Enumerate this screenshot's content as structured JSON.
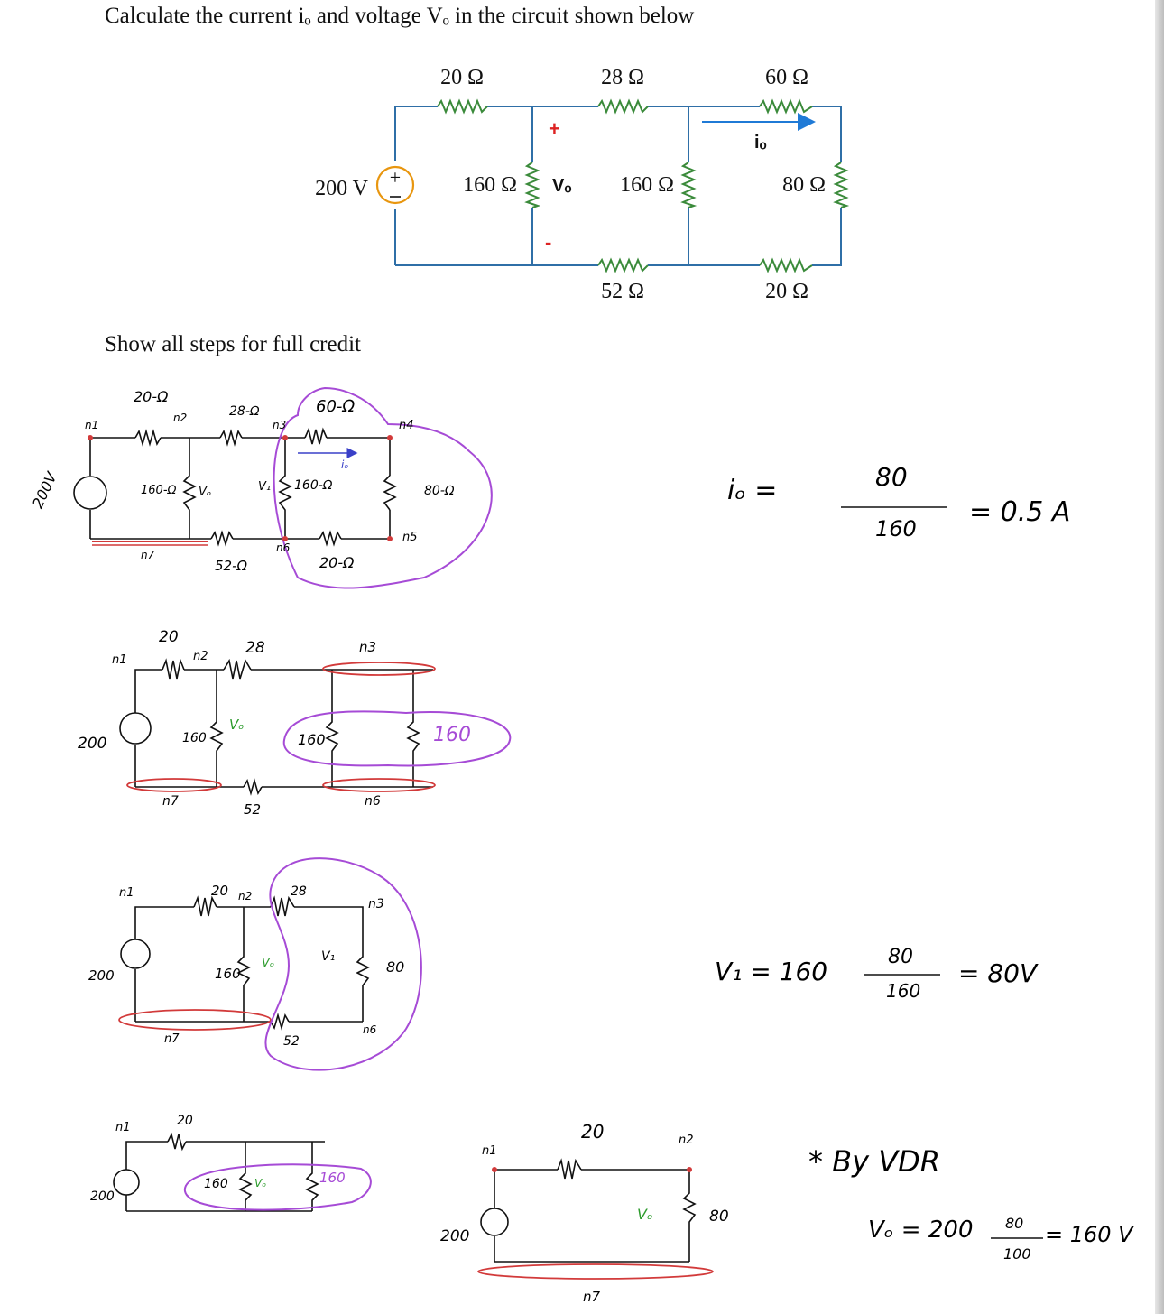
{
  "problem": {
    "title": "Calculate the current iₒ and voltage Vₒ in the circuit shown below",
    "instruction": "Show all steps for full credit"
  },
  "colors": {
    "wire_blue": "#2f6fa7",
    "resistor_green": "#3a8a3a",
    "source_orange": "#e8960f",
    "arrow_blue": "#1f7ad6",
    "ink": "#111111",
    "red_mark": "#d23a3a",
    "purple_mark": "#a64bd6"
  },
  "circuit": {
    "source": "200 V",
    "R20": "20 Ω",
    "R28": "28 Ω",
    "R60": "60 Ω",
    "R160a": "160 Ω",
    "R160b": "160 Ω",
    "R80": "80 Ω",
    "R52": "52 Ω",
    "R20b": "20 Ω",
    "vo": "Vₒ",
    "io": "iₒ",
    "plus": "+",
    "minus": "-"
  },
  "notes": {
    "d1": {
      "r20": "20-Ω",
      "n2": "n2",
      "r28": "28-Ω",
      "n3": "n3",
      "r60": "60-Ω",
      "n4": "n4",
      "n1": "n1",
      "src": "200V",
      "r160": "160-Ω",
      "vo": "Vₒ",
      "v1": "V₁",
      "r160b": "160-Ω",
      "io": "iₒ",
      "r80": "80-Ω",
      "n5": "n5",
      "n7": "n7",
      "n6": "n6",
      "r52": "52-Ω",
      "r20b": "20-Ω"
    },
    "d2": {
      "r20": "20",
      "r28": "28",
      "n1": "n1",
      "n2": "n2",
      "n3": "n3",
      "src": "200",
      "r160": "160",
      "vo": "Vₒ",
      "r160b": "160",
      "r160c": "160",
      "n7": "n7",
      "r52": "52",
      "n6": "n6"
    },
    "d3": {
      "n1": "n1",
      "r20": "20",
      "n2": "n2",
      "r28": "28",
      "n3": "n3",
      "src": "200",
      "r160": "160",
      "vo": "Vₒ",
      "v1": "V₁",
      "r80": "80",
      "n7": "n7",
      "r52": "52",
      "n6": "n6"
    },
    "d4": {
      "n1": "n1",
      "r20": "20",
      "src": "200",
      "r160": "160",
      "vo": "Vₒ",
      "r160b": "160"
    },
    "d5": {
      "n1": "n1",
      "r20": "20",
      "n2": "n2",
      "src": "200",
      "vo": "Vₒ",
      "r80": "80",
      "n7": "n7"
    },
    "calc_io": {
      "lhs": "iₒ =",
      "num": "80",
      "den": "160",
      "result": "= 0.5 A"
    },
    "calc_v1": {
      "lhs": "V₁  =  160",
      "num": "80",
      "den": "160",
      "result": "=  80V"
    },
    "calc_vo": {
      "heading": "* By VDR",
      "lhs": "Vₒ = 200",
      "num": "80",
      "den": "100",
      "result": "= 160 V"
    }
  }
}
